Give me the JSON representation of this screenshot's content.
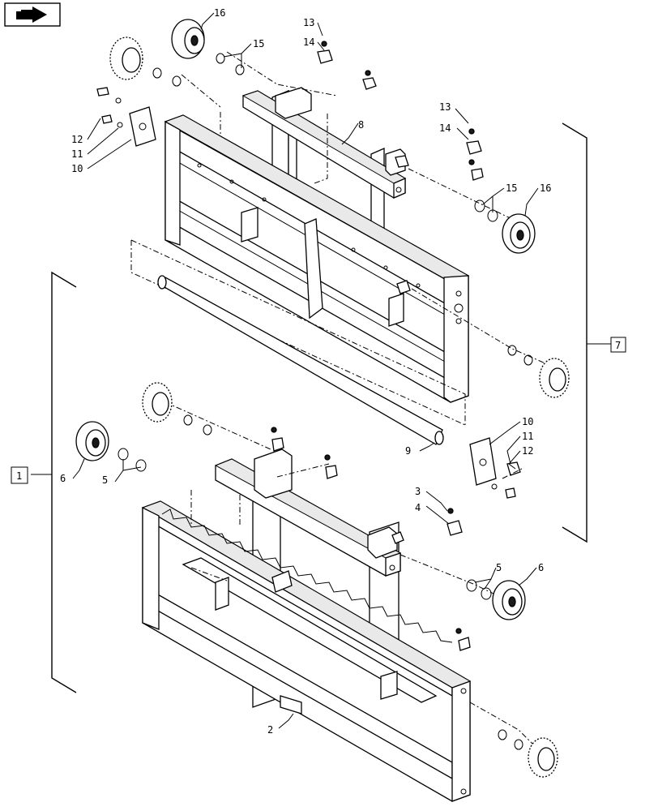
{
  "toolbar": {
    "home_icon": "hand-arrow-icon"
  },
  "callouts": [
    {
      "id": "c16a",
      "text": "16"
    },
    {
      "id": "c13a",
      "text": "13"
    },
    {
      "id": "c14a",
      "text": "14"
    },
    {
      "id": "c15a",
      "text": "15"
    },
    {
      "id": "c8",
      "text": "8"
    },
    {
      "id": "c12a",
      "text": "12"
    },
    {
      "id": "c11a",
      "text": "11"
    },
    {
      "id": "c10a",
      "text": "10"
    },
    {
      "id": "c13b",
      "text": "13"
    },
    {
      "id": "c14b",
      "text": "14"
    },
    {
      "id": "c15b",
      "text": "15"
    },
    {
      "id": "c16b",
      "text": "16"
    },
    {
      "id": "c7",
      "text": "7"
    },
    {
      "id": "c10b",
      "text": "10"
    },
    {
      "id": "c11b",
      "text": "11"
    },
    {
      "id": "c12b",
      "text": "12"
    },
    {
      "id": "c9",
      "text": "9"
    },
    {
      "id": "c1",
      "text": "1"
    },
    {
      "id": "c6a",
      "text": "6"
    },
    {
      "id": "c5a",
      "text": "5"
    },
    {
      "id": "c3",
      "text": "3"
    },
    {
      "id": "c4",
      "text": "4"
    },
    {
      "id": "c5b",
      "text": "5"
    },
    {
      "id": "c6b",
      "text": "6"
    },
    {
      "id": "c2",
      "text": "2"
    }
  ]
}
